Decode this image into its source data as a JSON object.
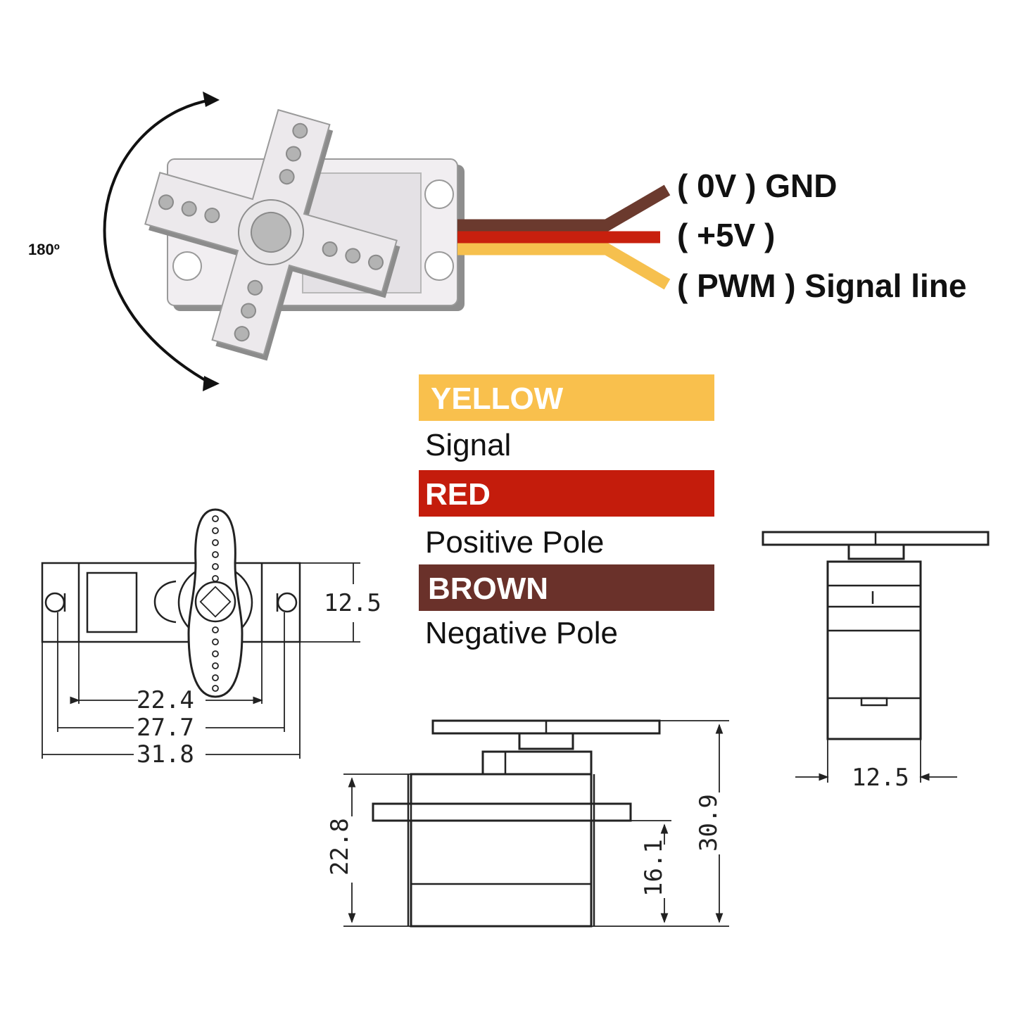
{
  "rotation": {
    "label": "180º"
  },
  "wires": [
    {
      "label": "( 0V ) GND",
      "color": "#6b3a2e"
    },
    {
      "label": "( +5V )",
      "color": "#c8200e"
    },
    {
      "label": "( PWM ) Signal line",
      "color": "#f6c04e"
    }
  ],
  "legend": [
    {
      "heading": "YELLOW",
      "description": "Signal",
      "color": "#f9c04d"
    },
    {
      "heading": "RED",
      "description": "Positive Pole",
      "color": "#c41c0c"
    },
    {
      "heading": "BROWN",
      "description": "Negative Pole",
      "color": "#6a312a"
    }
  ],
  "dimensions": {
    "front_height": "12.5",
    "mount_inner": "22.4",
    "mount_holes": "27.7",
    "overall_width": "31.8",
    "side_depth": "12.5",
    "body_height": "22.8",
    "tab_height": "16.1",
    "total_height": "30.9"
  }
}
